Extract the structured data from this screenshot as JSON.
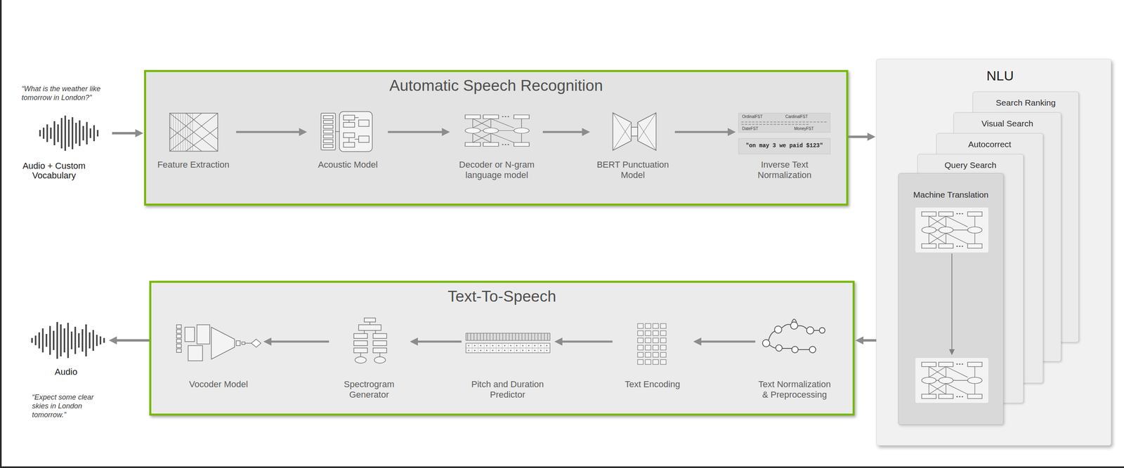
{
  "diagram": {
    "nodes": [
      {
        "text": [
          "“What is the weather like tomorrow in London?”",
          "Audio + Custom Vocabulary"
        ]
      },
      {
        "text": [
          "Automatic Speech Recognition"
        ]
      },
      {
        "text": [
          "Feature Extraction"
        ],
        "in": 1
      },
      {
        "text": [
          "Acoustic Model"
        ],
        "in": 1
      },
      {
        "text": [
          "Decoder or N-gram language model"
        ],
        "in": 1
      },
      {
        "text": [
          "BERT Punctuation Model"
        ],
        "in": 1
      },
      {
        "text": [
          "Inverse Text Normalization"
        ],
        "in": 1
      },
      {
        "text": [
          "NLU"
        ]
      },
      {
        "text": [
          "Search Ranking"
        ],
        "in": 7
      },
      {
        "text": [
          "Visual Search"
        ],
        "in": 7
      },
      {
        "text": [
          "Autocorrect"
        ],
        "in": 7
      },
      {
        "text": [
          "Query Search"
        ],
        "in": 7
      },
      {
        "text": [
          "Machine Translation"
        ],
        "in": 7
      },
      {
        "text": [
          "Audio",
          "“Expect some clear skies in London tomorrow.”"
        ]
      },
      {
        "text": [
          "Text-To-Speech"
        ]
      },
      {
        "text": [
          "Vocoder Model"
        ],
        "in": 14
      },
      {
        "text": [
          "Spectrogram Generator"
        ],
        "in": 14
      },
      {
        "text": [
          "Pitch and Duration Predictor"
        ],
        "in": 14
      },
      {
        "text": [
          "Text Encoding"
        ],
        "in": 14
      },
      {
        "text": [
          "Text Normalization & Preprocessing"
        ],
        "in": 14
      }
    ],
    "edges": [
      {
        "from": 0,
        "to": 1,
        "arrow": "to"
      },
      {
        "from": 2,
        "to": 3,
        "arrow": "to"
      },
      {
        "from": 3,
        "to": 4,
        "arrow": "to"
      },
      {
        "from": 4,
        "to": 5,
        "arrow": "to"
      },
      {
        "from": 5,
        "to": 6,
        "arrow": "to"
      },
      {
        "from": 1,
        "to": 7,
        "arrow": "to"
      },
      {
        "from": 7,
        "to": 14,
        "arrow": "to"
      },
      {
        "from": 19,
        "to": 18,
        "arrow": "to"
      },
      {
        "from": 18,
        "to": 17,
        "arrow": "to"
      },
      {
        "from": 17,
        "to": 16,
        "arrow": "to"
      },
      {
        "from": 16,
        "to": 15,
        "arrow": "to"
      },
      {
        "from": 14,
        "to": 13,
        "arrow": "to"
      }
    ],
    "labels": [
      "OrdinalFST",
      "CardinalFST",
      "DateFST",
      "MoneyFST",
      "\"on may 3 we paid $123\""
    ]
  }
}
